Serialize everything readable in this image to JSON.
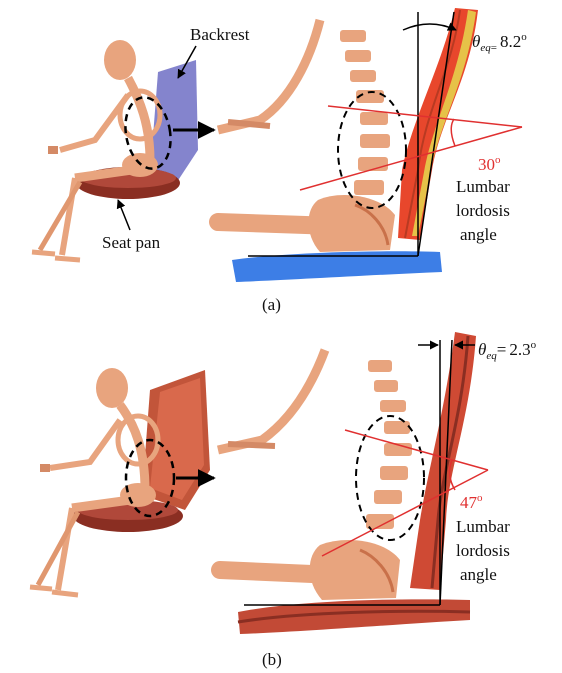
{
  "colors": {
    "bone": "#e8a47e",
    "bone_dark": "#c9714a",
    "backrest_a": "#6f6fc4",
    "backrest_b": "#c2553a",
    "seat": "#8a2e22",
    "seat_blue": "#3d7ee6",
    "muscle_red": "#e8472c",
    "tendon_yellow": "#e6c248",
    "angle_red": "#e03030"
  },
  "panel_a": {
    "backrest_label": "Backrest",
    "seat_label": "Seat pan",
    "angle_symbol": "θ",
    "angle_subscript": "eq",
    "angle_eq_sign": "=",
    "angle_value": "8.2",
    "angle_unit": "o",
    "lordosis_value": "30",
    "lordosis_unit": "o",
    "lordosis_line1": "Lumbar",
    "lordosis_line2": "lordosis",
    "lordosis_line3": "angle",
    "caption": "(a)"
  },
  "panel_b": {
    "angle_symbol": "θ",
    "angle_subscript": "eq",
    "angle_eq_sign": "=",
    "angle_value": "2.3",
    "angle_unit": "o",
    "lordosis_value": "47",
    "lordosis_unit": "o",
    "lordosis_line1": "Lumbar",
    "lordosis_line2": "lordosis",
    "lordosis_line3": "angle",
    "caption": "(b)"
  }
}
